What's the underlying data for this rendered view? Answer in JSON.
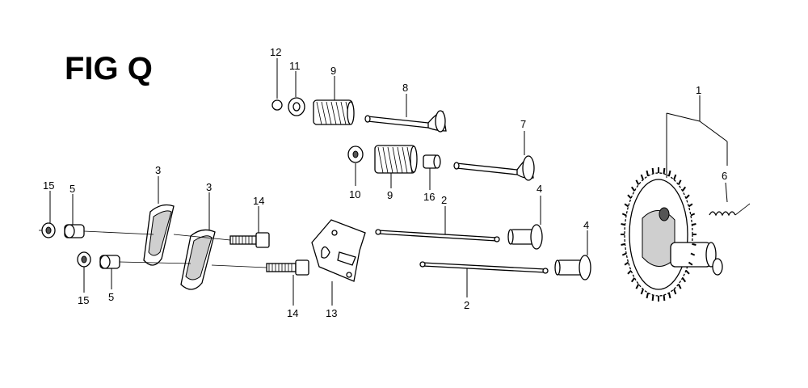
{
  "title": "FIG Q",
  "callouts": {
    "c1": "1",
    "c2a": "2",
    "c2b": "2",
    "c3a": "3",
    "c3b": "3",
    "c4a": "4",
    "c4b": "4",
    "c5a": "5",
    "c5b": "5",
    "c6": "6",
    "c7": "7",
    "c8": "8",
    "c9a": "9",
    "c9b": "9",
    "c10": "10",
    "c11": "11",
    "c12": "12",
    "c13": "13",
    "c14a": "14",
    "c14b": "14",
    "c15a": "15",
    "c15b": "15",
    "c16": "16"
  }
}
